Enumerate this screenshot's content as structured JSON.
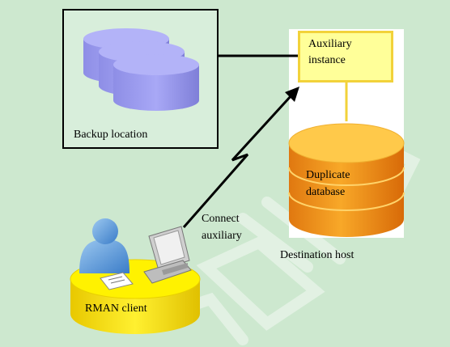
{
  "backup": {
    "label": "Backup location"
  },
  "auxiliary": {
    "line1": "Auxiliary",
    "line2": "instance"
  },
  "duplicate": {
    "line1": "Duplicate",
    "line2": "database"
  },
  "destination": {
    "label": "Destination host"
  },
  "connection": {
    "line1": "Connect",
    "line2": "auxiliary"
  },
  "client": {
    "label": "RMAN client"
  },
  "colors": {
    "background": "#cde8cf",
    "backup_disk": "#9c9cf0",
    "auxiliary_fill": "#ffff99",
    "database_fill": "#f5a020",
    "client_platform": "#f5e400"
  }
}
